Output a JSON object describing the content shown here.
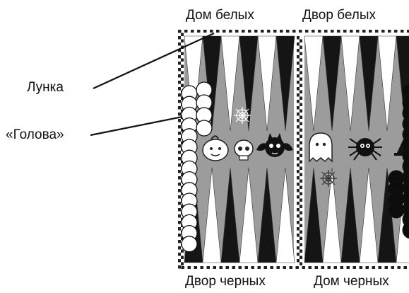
{
  "labels": {
    "home_white": "Дом белых",
    "yard_white": "Двор белых",
    "hole": "Лунка",
    "head": "«Голова»",
    "yard_black": "Двор черных",
    "home_black": "Дом черных"
  },
  "colors": {
    "board_gray": "#9c9c9c",
    "point_black": "#151515",
    "point_white": "#ffffff",
    "frame_dark": "#222222",
    "checker_white": "#ffffff",
    "checker_black": "#0c0c0c"
  },
  "decorations": [
    "spider-web-icon",
    "pumpkin-icon",
    "skull-icon",
    "bat-icon",
    "ghost-icon",
    "spider-icon",
    "witch-hat-icon"
  ]
}
